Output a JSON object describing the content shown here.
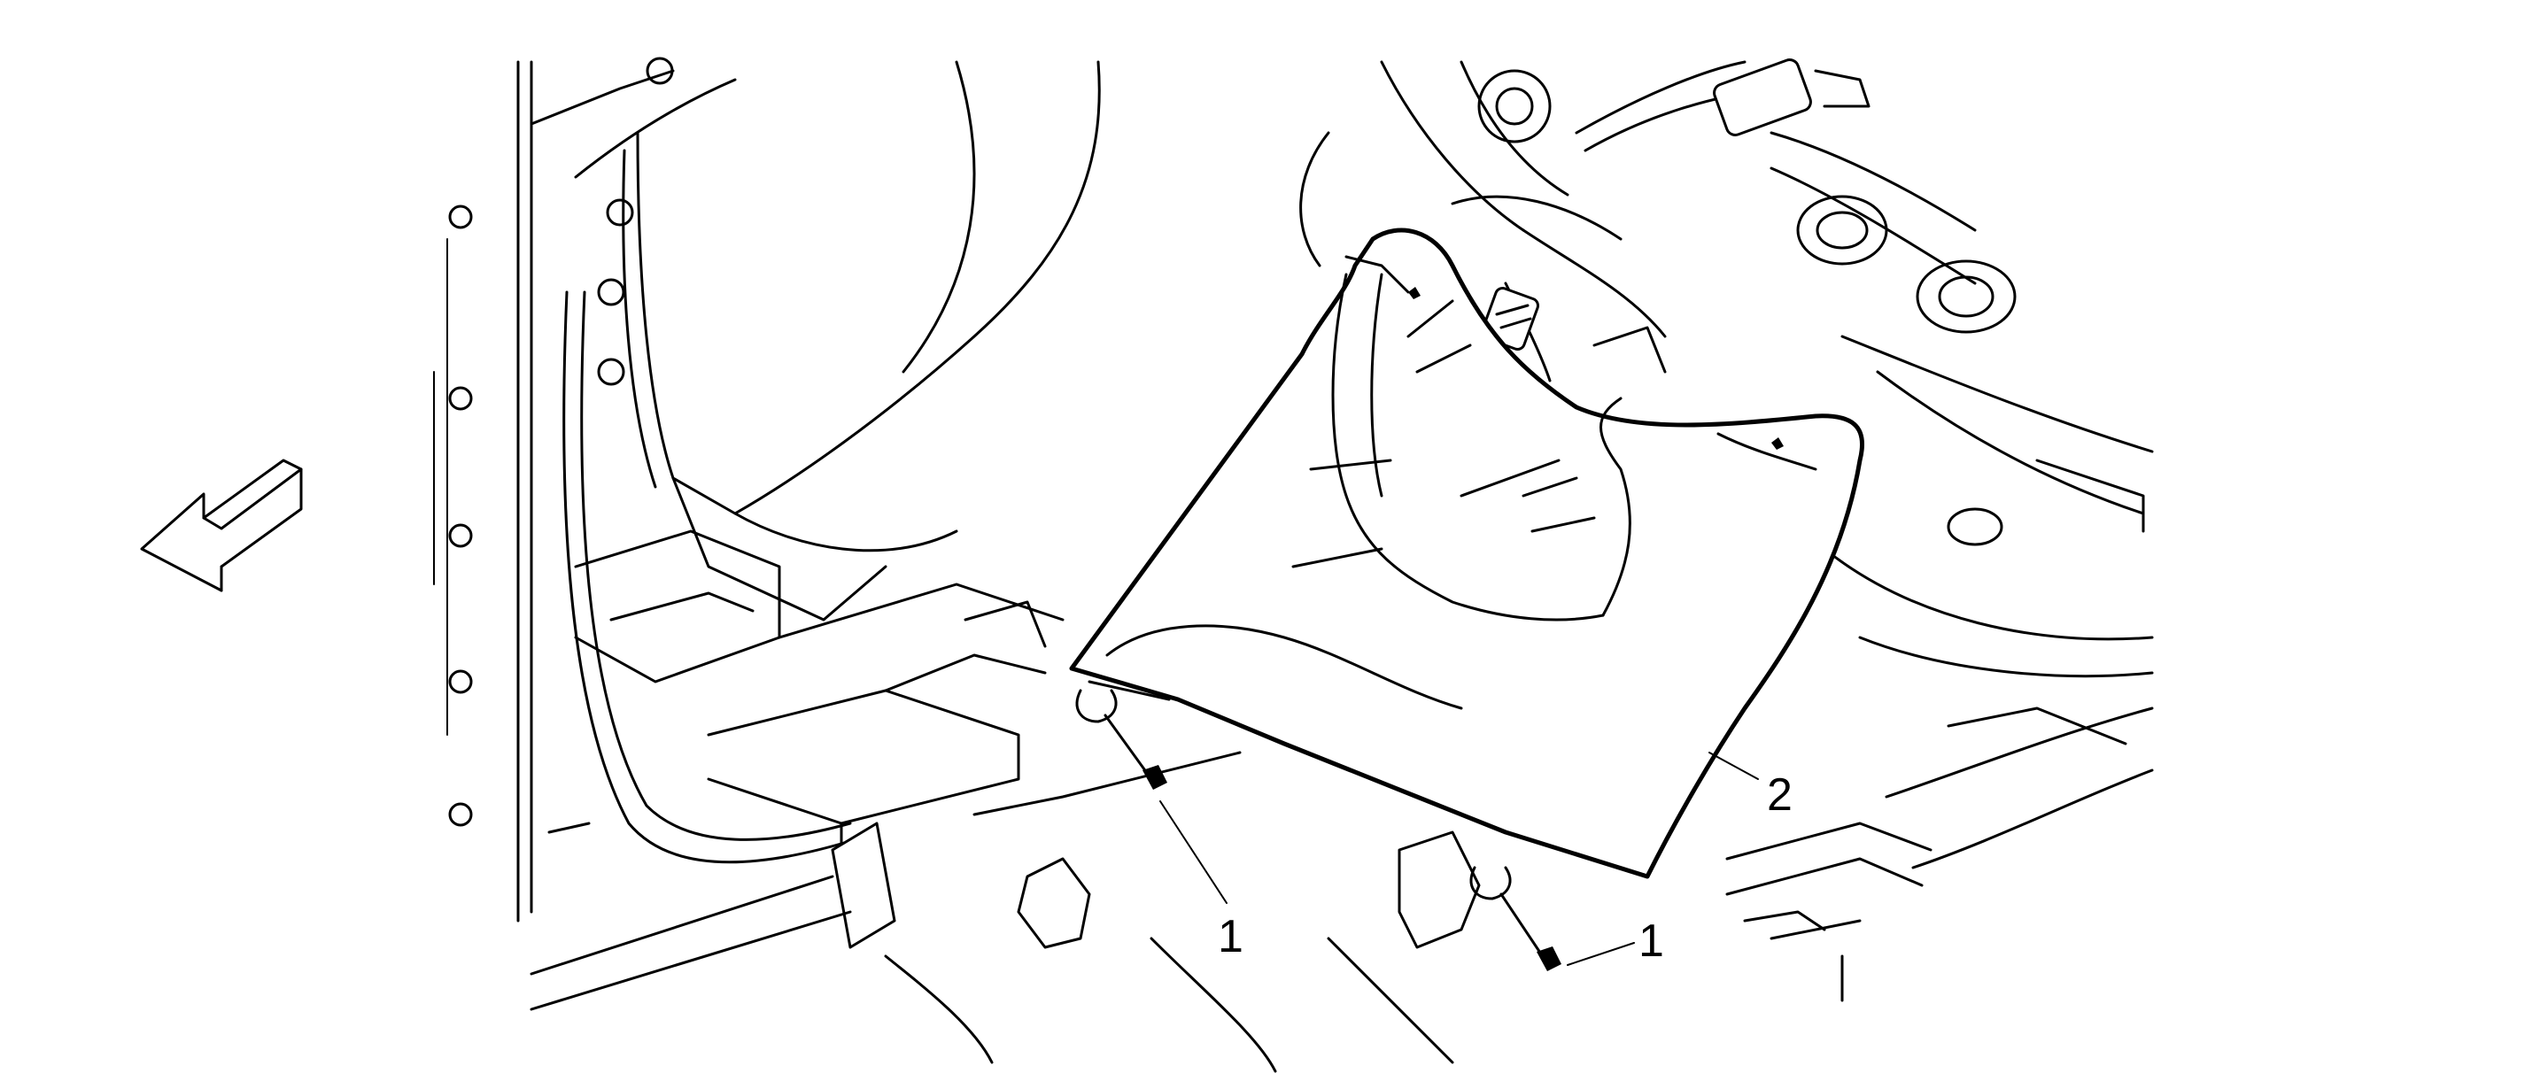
{
  "callouts": {
    "fastener_left": "1",
    "fastener_right": "1",
    "panel": "2"
  },
  "icons": {
    "direction_arrow": "front-direction-arrow-icon"
  },
  "colors": {
    "line": "#000000",
    "background": "#ffffff"
  }
}
